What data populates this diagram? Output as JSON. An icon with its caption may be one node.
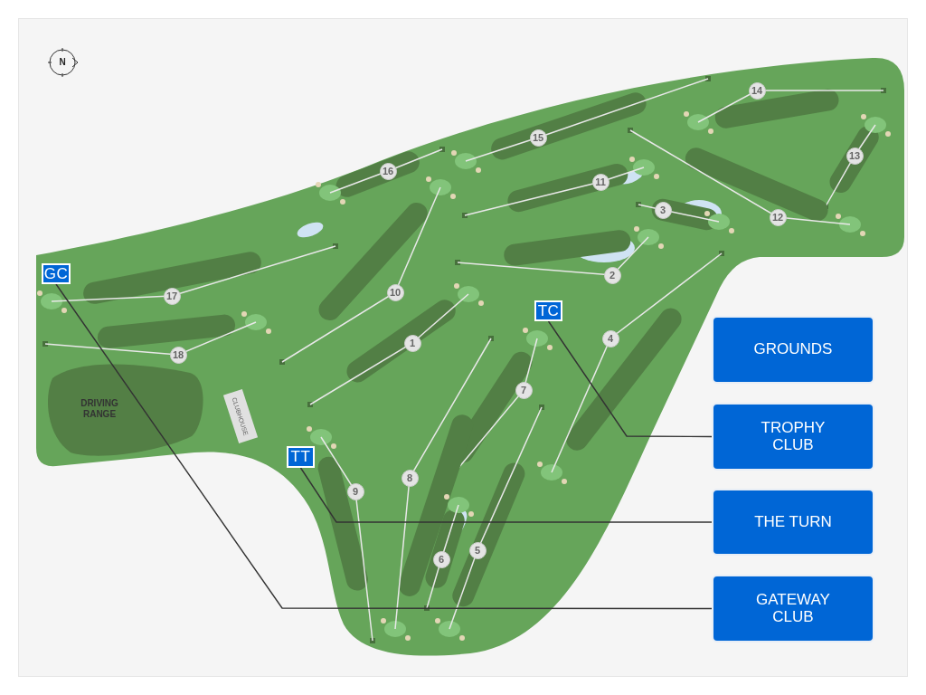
{
  "diagram": {
    "nodes": [
      {
        "text": [
          "GC"
        ]
      },
      {
        "text": [
          "TC"
        ]
      },
      {
        "text": [
          "TT"
        ]
      },
      {
        "text": [
          "GROUNDS"
        ]
      },
      {
        "text": [
          "TROPHY CLUB"
        ]
      },
      {
        "text": [
          "THE TURN"
        ]
      },
      {
        "text": [
          "GATEWAY CLUB"
        ]
      }
    ],
    "edges": [
      {
        "from": 1,
        "to": 4,
        "arrow": "none"
      },
      {
        "from": 2,
        "to": 5,
        "arrow": "none"
      },
      {
        "from": 0,
        "to": 6,
        "arrow": "none"
      }
    ],
    "labels": [
      "N",
      "14",
      "15",
      "13",
      "16",
      "11",
      "3",
      "12",
      "2",
      "17",
      "10",
      "1",
      "4",
      "18",
      "7",
      "DRIVING RANGE",
      "CLUBHOUSE",
      "8",
      "9",
      "6",
      "5"
    ]
  }
}
